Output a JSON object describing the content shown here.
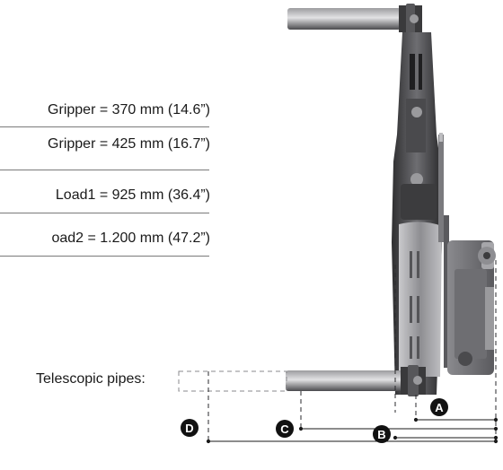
{
  "specs": [
    "Gripper = 370 mm (14.6”)",
    "Gripper = 425 mm (16.7”)",
    "Load1 = 925 mm (36.4”)",
    "oad2 = 1.200 mm (47.2”)"
  ],
  "telescopic_label": "Telescopic pipes:",
  "markers": [
    "A",
    "B",
    "C",
    "D"
  ],
  "colors": {
    "text": "#1a1a1a",
    "rule": "#7a7a7a",
    "metal_dark": "#3a3a3c",
    "metal_mid": "#6b6b6e",
    "metal_light": "#b9b9bc",
    "marker_bg": "#111111",
    "marker_fg": "#ffffff"
  }
}
